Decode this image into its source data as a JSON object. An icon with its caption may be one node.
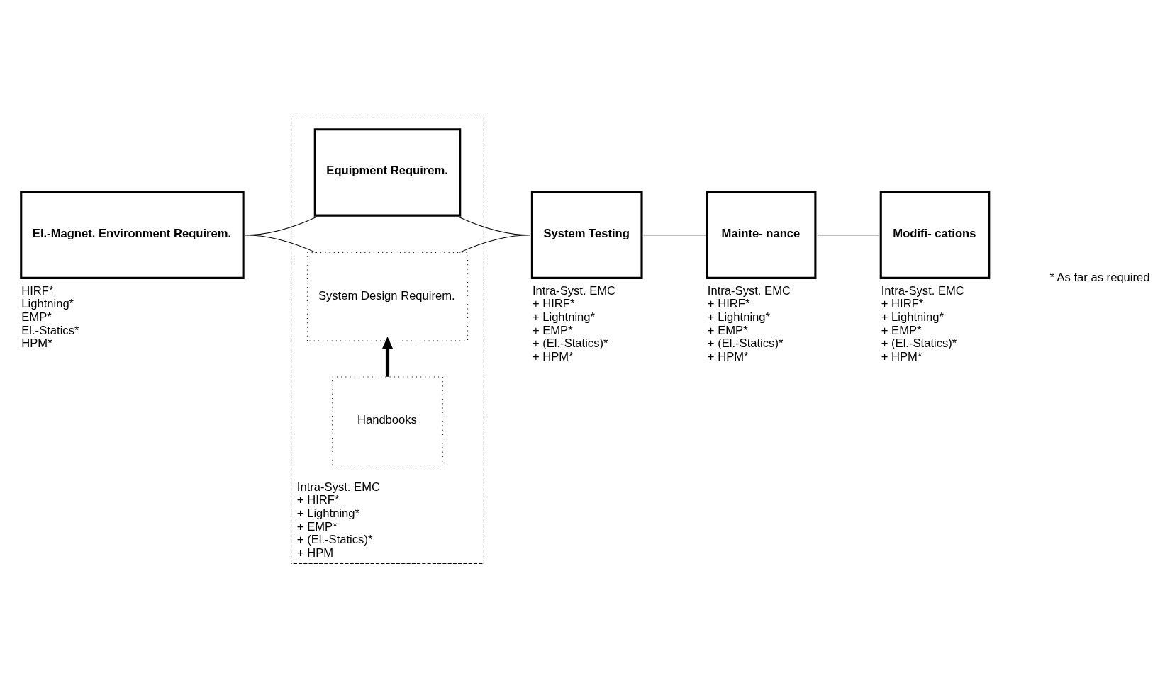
{
  "diagram": {
    "nodes": [
      {
        "text": [
          "El.-Magnet. Environment Requirem."
        ],
        "beside": [
          "HIRF*",
          "Lightning*",
          "EMP*",
          "El.-Statics*",
          "HPM*"
        ]
      },
      {
        "text": [],
        "shape": "box",
        "beside": [
          "Intra-Syst. EMC",
          "+ HIRF*",
          "+ Lightning*",
          "+ EMP*",
          "+ (El.-Statics)*",
          "+ HPM"
        ]
      },
      {
        "text": [
          "Equipment Requirem."
        ],
        "in": 1
      },
      {
        "text": [
          "System Design Requirem."
        ],
        "in": 1
      },
      {
        "text": [
          "Handbooks"
        ],
        "in": 1
      },
      {
        "text": [
          "System Testing"
        ],
        "beside": [
          "Intra-Syst. EMC",
          "+ HIRF*",
          "+ Lightning*",
          "+ EMP*",
          "+ (El.-Statics)*",
          "+ HPM*"
        ]
      },
      {
        "text": [
          "Mainte- nance"
        ],
        "beside": [
          "Intra-Syst. EMC",
          "+ HIRF*",
          "+ Lightning*",
          "+ EMP*",
          "+ (El.-Statics)*",
          "+ HPM*"
        ]
      },
      {
        "text": [
          "Modifi- cations"
        ],
        "beside": [
          "Intra-Syst. EMC",
          "+ HIRF*",
          "+ Lightning*",
          "+ EMP*",
          "+ (El.-Statics)*",
          "+ HPM*"
        ]
      }
    ],
    "edges": [
      {
        "from": 0,
        "to": 2,
        "arrow": "none"
      },
      {
        "from": 0,
        "to": 3,
        "arrow": "none"
      },
      {
        "from": 2,
        "to": 5,
        "arrow": "none"
      },
      {
        "from": 3,
        "to": 5,
        "arrow": "none"
      },
      {
        "from": 4,
        "to": 3,
        "arrow": "to",
        "style": "thick"
      },
      {
        "from": 5,
        "to": 6,
        "arrow": "none"
      },
      {
        "from": 6,
        "to": 7,
        "arrow": "none"
      }
    ],
    "labels": [
      "* As far as required"
    ]
  }
}
